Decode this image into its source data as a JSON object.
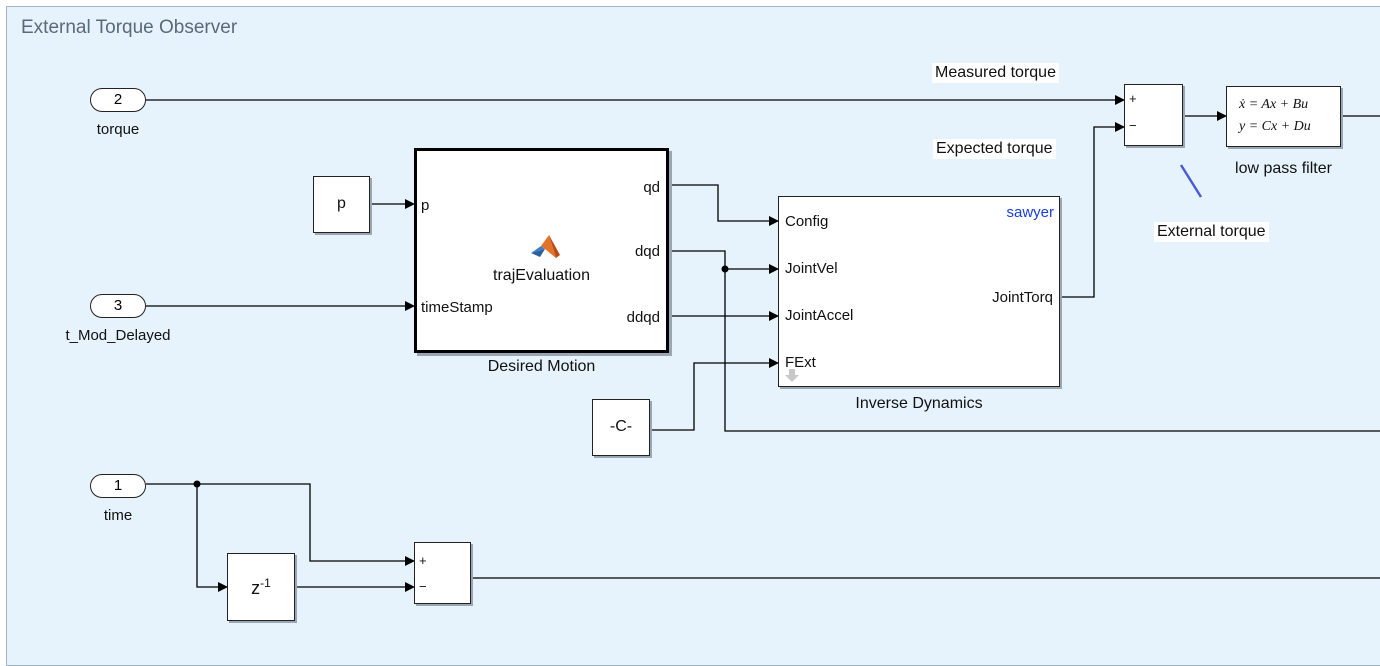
{
  "area": {
    "title": "External Torque Observer"
  },
  "inports": [
    {
      "number": "2",
      "label": "torque"
    },
    {
      "number": "3",
      "label": "t_Mod_Delayed"
    },
    {
      "number": "1",
      "label": "time"
    }
  ],
  "blocks": {
    "const_p": {
      "text": "p"
    },
    "const_c": {
      "text": "-C-"
    },
    "desired_motion": {
      "name": "Desired Motion",
      "function": "trajEvaluation",
      "inputs": [
        "p",
        "timeStamp"
      ],
      "outputs": [
        "qd",
        "dqd",
        "ddqd"
      ]
    },
    "inverse_dynamics": {
      "name": "Inverse Dynamics",
      "robot": "sawyer",
      "inputs": [
        "Config",
        "JointVel",
        "JointAccel",
        "FExt"
      ],
      "output": "JointTorq"
    },
    "sum_top": {
      "signs": [
        "+",
        "−"
      ]
    },
    "sum_bottom": {
      "signs": [
        "+",
        "−"
      ]
    },
    "state_space": {
      "name": "low pass filter",
      "eq1": "ẋ = Ax + Bu",
      "eq2": "y = Cx + Du"
    },
    "unit_delay": {
      "base": "z",
      "exp": "-1"
    }
  },
  "signals": {
    "measured": "Measured torque",
    "expected": "Expected torque",
    "external": "External torque"
  },
  "colors": {
    "canvas": "#e6f3fd",
    "sawyer_text": "#1a3fd8",
    "annotation_line": "#4a5ad8"
  }
}
